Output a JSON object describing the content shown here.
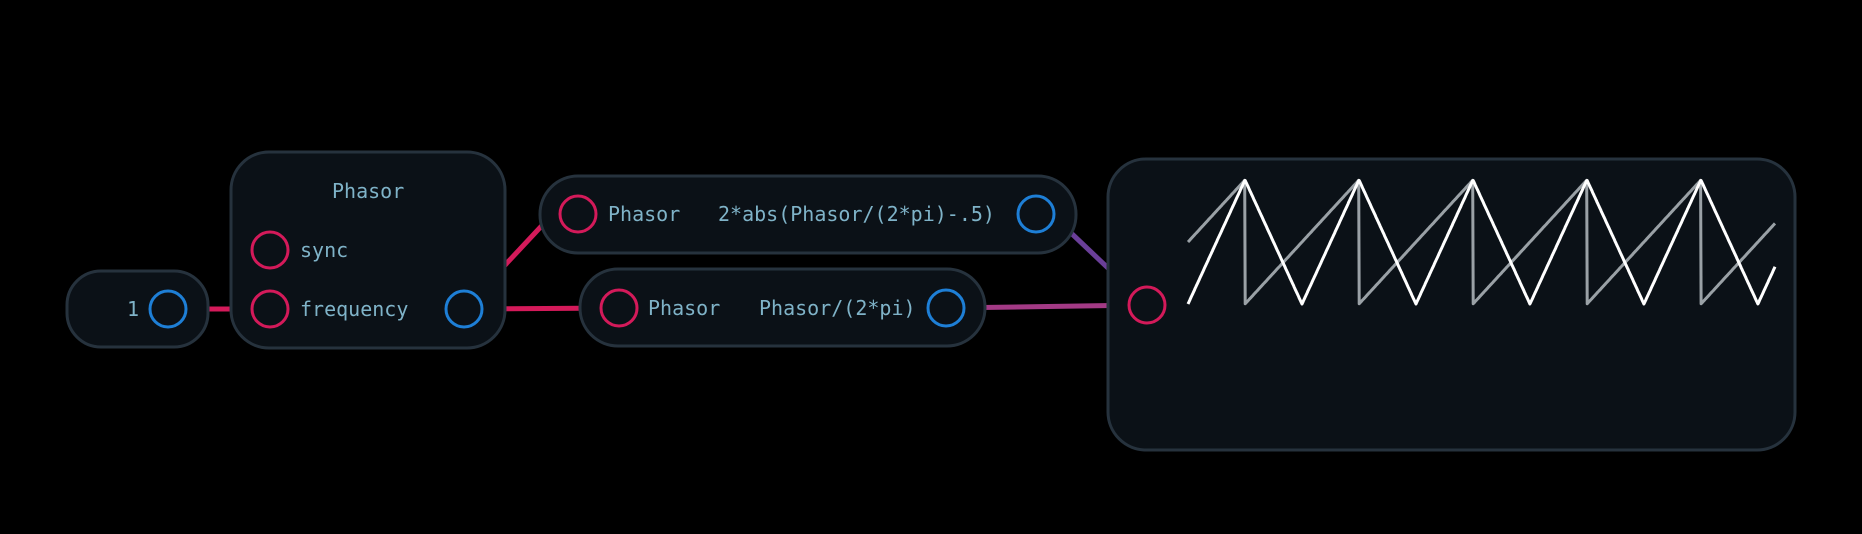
{
  "graph": {
    "constant": {
      "value": "1"
    },
    "phasor_node": {
      "title": "Phasor",
      "inputs": [
        "sync",
        "frequency"
      ]
    },
    "triangle_node": {
      "input_label": "Phasor",
      "expression": "2*abs(Phasor/(2*pi)-.5)"
    },
    "saw_node": {
      "input_label": "Phasor",
      "expression": "Phasor/(2*pi)"
    },
    "scope_node": {
      "traces": [
        {
          "shape": "triangle",
          "color": "#ffffff",
          "cycles": 5
        },
        {
          "shape": "sawtooth",
          "color": "#9aa1a6",
          "cycles": 5
        }
      ]
    }
  },
  "colors": {
    "background": "#000000",
    "node_fill": "#0b1117",
    "node_border": "#26323d",
    "input_port": "#d41a5a",
    "output_port": "#1e7fd6",
    "label_text": "#7fb3c8",
    "wire_pink": "#d41a5a",
    "wire_purple": "#8b3a8f"
  }
}
